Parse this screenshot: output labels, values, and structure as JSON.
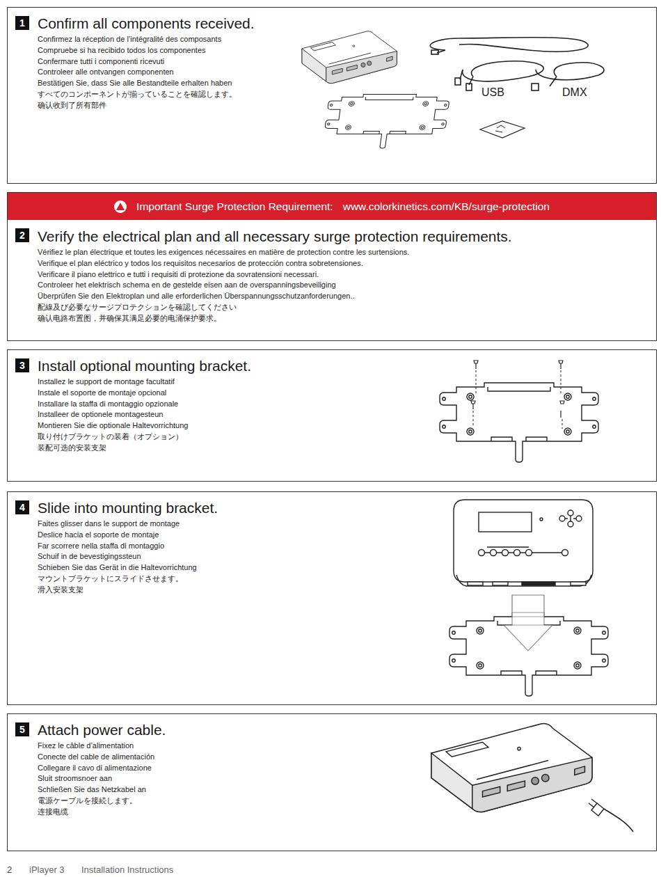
{
  "diagram": {
    "nodes": [
      {
        "text": [
          "Confirm all components received.",
          "Confirmez la réception de l’intégralité des composants",
          "Compruebe si ha recibido todos los componentes",
          "Confermare tutti i componenti ricevuti",
          "Controleer alle ontvangen componenten",
          "Bestätigen Sie, dass Sie alle Bestandteile erhalten haben",
          "すべてのコンポーネントが揃っていることを確認します。",
          "确认收到了所有部件"
        ]
      },
      {
        "text": [
          "1"
        ],
        "in": 0
      },
      {
        "text": [
          "Verify the electrical plan and all necessary surge protection requirements.",
          "Vérifiez le plan électrique et toutes les exigences nécessaires en matière de protection contre les surtensions.",
          "Verifique el plan eléctrico y todos los requisitos necesarios de protección contra sobretensiones.",
          "Verificare il piano elettrico e tutti i requisiti di protezione da sovratensioni necessari.",
          "Controleer het elektrisch schema en de gestelde eisen aan de overspanningsbeveiliging",
          "Überprüfen Sie den Elektroplan und alle erforderlichen Überspannungsschutzanforderungen..",
          "配線及び必要なサージプロテクションを確認してください",
          "确认电路布置图，并确保其满足必要的电涌保护要求。"
        ]
      },
      {
        "text": [
          "Important Surge Protection Requirement:",
          "www.colorkinetics.com/KB/surge-protection"
        ],
        "in": 2
      },
      {
        "text": [
          "2"
        ],
        "in": 2
      },
      {
        "text": [
          "Install optional mounting bracket.",
          "Installez le support de montage facultatif",
          "Instale el soporte de montaje opcional",
          "Installare la staffa di montaggio opzionale",
          "Installeer de optionele montagesteun",
          "Montieren Sie die optionale Haltevorrichtung",
          "取り付けブラケットの装着（オプション）",
          "装配可选的安装支架"
        ]
      },
      {
        "text": [
          "3"
        ],
        "in": 5
      },
      {
        "text": [
          "Slide into mounting bracket.",
          "Faites glisser dans le support de montage",
          "Deslice hacia el soporte de montaje",
          "Far scorrere nella staffa di montaggio",
          "Schuif in de bevestigingssteun",
          "Schieben Sie das Gerät in die Haltevorrichtung",
          "マウントブラケットにスライドさせます。",
          "滑入安装支架"
        ]
      },
      {
        "text": [
          "4"
        ],
        "in": 7
      },
      {
        "text": [
          "Attach power cable.",
          "Fixez le câble d’alimentation",
          "Conecte del cable de alimentación",
          "Collegare il cavo di alimentazione",
          "Sluit stroomsnoer aan",
          "Schließen Sie das Netzkabel an",
          "電源ケーブルを接続します。",
          "连接电缆"
        ]
      },
      {
        "text": [
          "5"
        ],
        "in": 9
      }
    ],
    "labels": [
      "USB",
      "DMX",
      "2",
      "iPlayer 3",
      "Installation Instructions"
    ]
  }
}
